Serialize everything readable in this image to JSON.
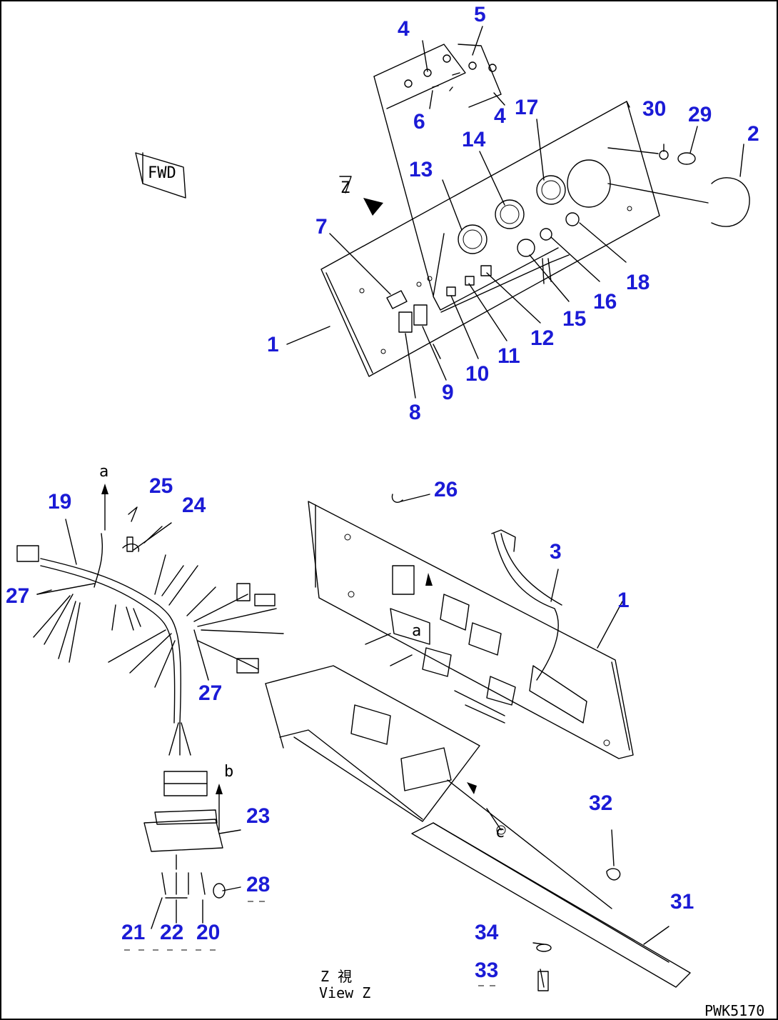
{
  "callouts": {
    "p1a": "1",
    "p2": "2",
    "p3": "3",
    "p4a": "4",
    "p4b": "4",
    "p5": "5",
    "p6": "6",
    "p7": "7",
    "p8": "8",
    "p9": "9",
    "p10": "10",
    "p11": "11",
    "p12": "12",
    "p13": "13",
    "p14": "14",
    "p15": "15",
    "p16": "16",
    "p17": "17",
    "p18": "18",
    "p19": "19",
    "p20": "20",
    "p21": "21",
    "p22": "22",
    "p23": "23",
    "p24": "24",
    "p25": "25",
    "p26": "26",
    "p27a": "27",
    "p27b": "27",
    "p28": "28",
    "p29": "29",
    "p30": "30",
    "p31": "31",
    "p32": "32",
    "p33": "33",
    "p34": "34",
    "p1b": "1"
  },
  "labels": {
    "fwd": "FWD",
    "a_upper": "a",
    "b_upper": "b",
    "a_panel": "a",
    "c_panel": "c",
    "z_mark": "Z",
    "view_kanji": "Z 視",
    "view_caption": "View Z",
    "drawing_number": "PWK5170"
  },
  "colors": {
    "callout": "#1b1bd6",
    "line": "#000000"
  }
}
